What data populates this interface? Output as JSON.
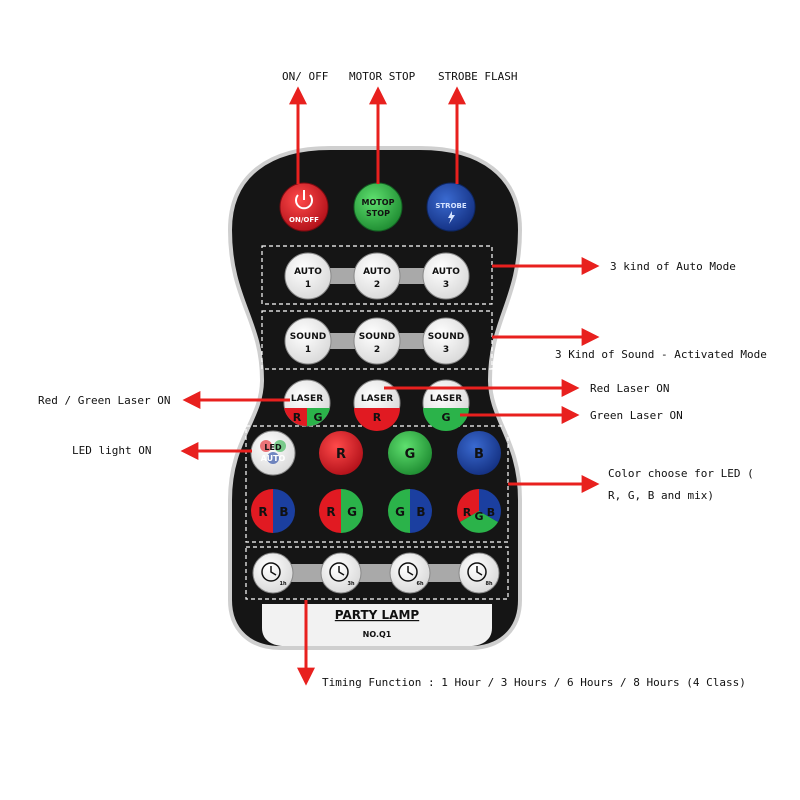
{
  "colors": {
    "arrow": "#e8201e",
    "remote_body": "#151515",
    "remote_edge": "#cfcfcf",
    "power": "#d81e2c",
    "motor": "#2aa83a",
    "strobe": "#1f4fa6",
    "red": "#e11a22",
    "green": "#2bb34a",
    "blue": "#1b3fa0",
    "white_button": "#f4f4f4"
  },
  "annotations": {
    "on_off": "ON/ OFF",
    "motor_stop": "MOTOR STOP",
    "strobe_flash": "STROBE FLASH",
    "auto_mode": "3 kind of Auto Mode",
    "sound_mode": "3 Kind of Sound - Activated Mode",
    "red_green_laser": "Red / Green Laser ON",
    "red_laser": "Red Laser ON",
    "green_laser": "Green Laser ON",
    "led_light": "LED light ON",
    "color_choose_1": "Color choose for LED (",
    "color_choose_2": "R, G, B and mix)",
    "timing": "Timing  Function : 1 Hour / 3 Hours / 6 Hours / 8 Hours  (4 Class)"
  },
  "remote": {
    "top_buttons": {
      "power": "ON/OFF",
      "motor_line1": "MOTOP",
      "motor_line2": "STOP",
      "strobe": "STROBE"
    },
    "auto_buttons": [
      {
        "line1": "AUTO",
        "line2": "1"
      },
      {
        "line1": "AUTO",
        "line2": "2"
      },
      {
        "line1": "AUTO",
        "line2": "3"
      }
    ],
    "sound_buttons": [
      {
        "line1": "SOUND",
        "line2": "1"
      },
      {
        "line1": "SOUND",
        "line2": "2"
      },
      {
        "line1": "SOUND",
        "line2": "3"
      }
    ],
    "laser_buttons": [
      {
        "top": "LASER",
        "letters": [
          "R",
          "G"
        ]
      },
      {
        "top": "LASER",
        "letters": [
          "R"
        ]
      },
      {
        "top": "LASER",
        "letters": [
          "G"
        ]
      }
    ],
    "led_button": {
      "line1": "LED",
      "line2": "AUTO"
    },
    "color_row1": [
      "R",
      "G",
      "B"
    ],
    "color_row2": [
      [
        "R",
        "B"
      ],
      [
        "R",
        "G"
      ],
      [
        "G",
        "B"
      ],
      [
        "R",
        "G",
        "B"
      ]
    ],
    "timer_labels": [
      "1h",
      "3h",
      "6h",
      "8h"
    ],
    "brand": "PARTY LAMP",
    "model": "NO.Q1"
  }
}
